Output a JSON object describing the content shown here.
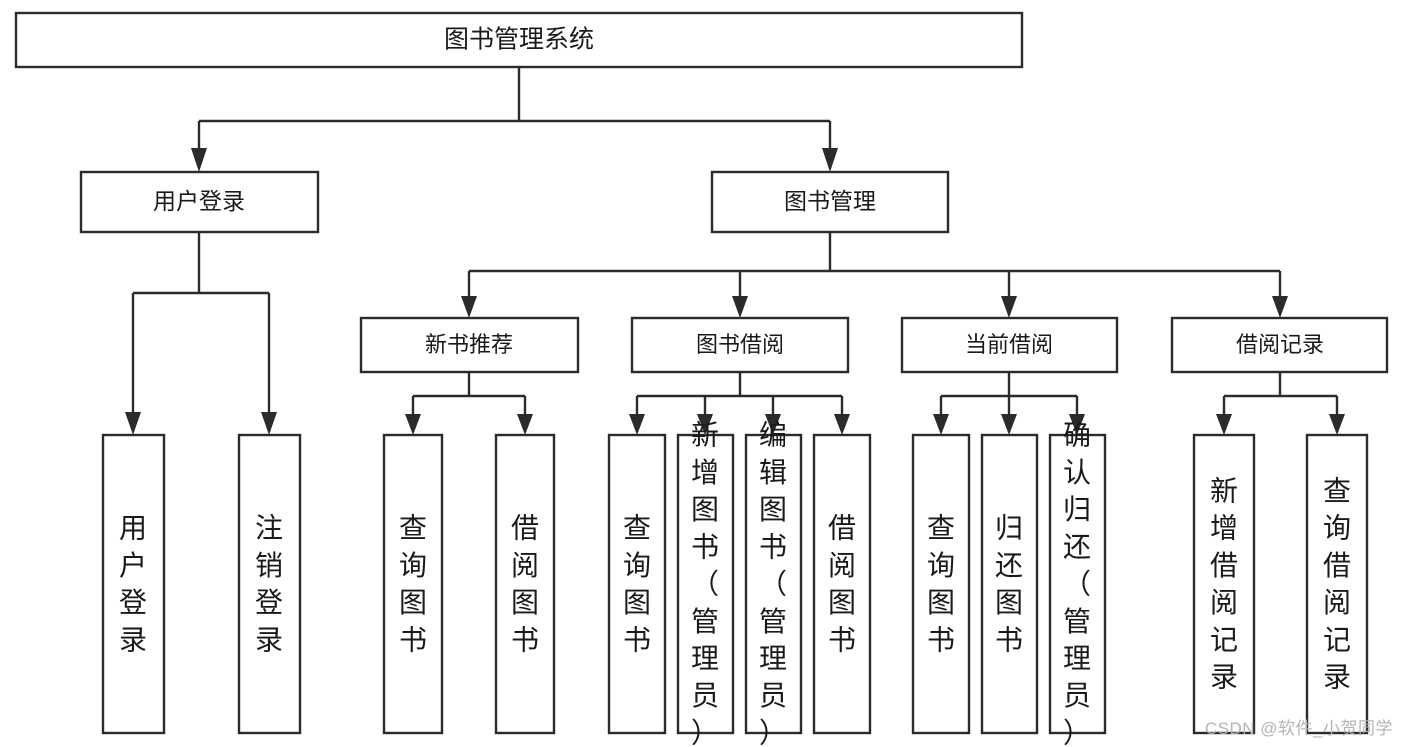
{
  "diagram": {
    "type": "tree",
    "title": "图书管理系统",
    "orientation": "top-down",
    "watermark": "CSDN @软件_小贺同学",
    "colors": {
      "stroke": "#2b2b2b",
      "fill": "#ffffff",
      "text": "#1a1a1a",
      "watermark": "#b4b4b4",
      "background": "#ffffff"
    },
    "levels": {
      "root": {
        "label": "图书管理系统"
      },
      "level1": [
        {
          "id": "user-login",
          "label": "用户登录"
        },
        {
          "id": "book-manage",
          "label": "图书管理"
        }
      ],
      "level2": [
        {
          "id": "new-book-recommend",
          "label": "新书推荐",
          "parent": "book-manage"
        },
        {
          "id": "book-borrow",
          "label": "图书借阅",
          "parent": "book-manage"
        },
        {
          "id": "current-borrow",
          "label": "当前借阅",
          "parent": "book-manage"
        },
        {
          "id": "borrow-record",
          "label": "借阅记录",
          "parent": "book-manage"
        }
      ],
      "leaves": [
        {
          "id": "leaf-user-login",
          "label": "用户登录",
          "parent": "user-login"
        },
        {
          "id": "leaf-user-logout",
          "label": "注销登录",
          "parent": "user-login"
        },
        {
          "id": "leaf-query-book-1",
          "label": "查询图书",
          "parent": "new-book-recommend"
        },
        {
          "id": "leaf-borrow-book-1",
          "label": "借阅图书",
          "parent": "new-book-recommend"
        },
        {
          "id": "leaf-query-book-2",
          "label": "查询图书",
          "parent": "book-borrow"
        },
        {
          "id": "leaf-add-book",
          "label": "新增图书（管理员）",
          "parent": "book-borrow"
        },
        {
          "id": "leaf-edit-book",
          "label": "编辑图书（管理员）",
          "parent": "book-borrow"
        },
        {
          "id": "leaf-borrow-book-2",
          "label": "借阅图书",
          "parent": "book-borrow"
        },
        {
          "id": "leaf-query-book-3",
          "label": "查询图书",
          "parent": "current-borrow"
        },
        {
          "id": "leaf-return-book",
          "label": "归还图书",
          "parent": "current-borrow"
        },
        {
          "id": "leaf-confirm-return",
          "label": "确认归还（管理员）",
          "parent": "current-borrow"
        },
        {
          "id": "leaf-add-record",
          "label": "新增借阅记录",
          "parent": "borrow-record"
        },
        {
          "id": "leaf-query-record",
          "label": "查询借阅记录",
          "parent": "borrow-record"
        }
      ]
    }
  }
}
